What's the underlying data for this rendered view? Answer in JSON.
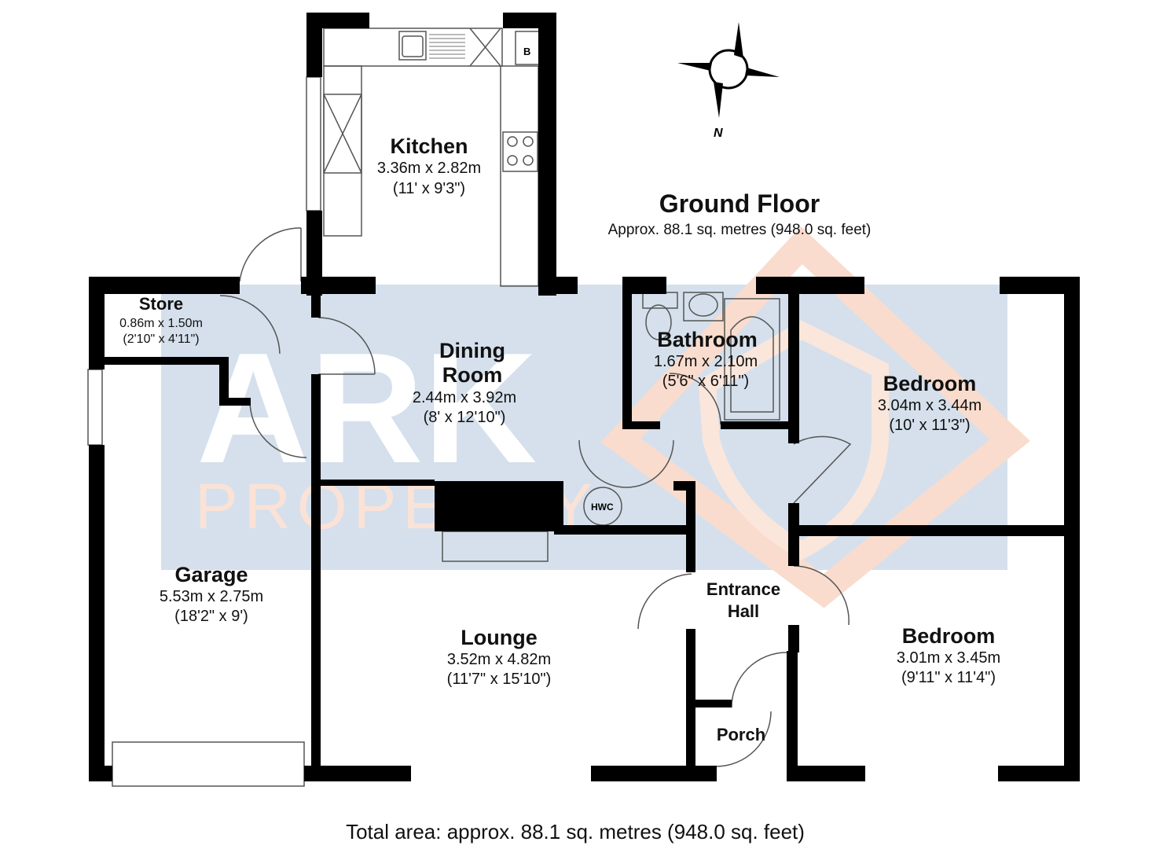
{
  "plan": {
    "floor_title": "Ground Floor",
    "floor_area": "Approx. 88.1 sq. metres (948.0 sq. feet)",
    "total_area": "Total area: approx. 88.1 sq. metres (948.0 sq. feet)",
    "compass_label": "N",
    "watermark": {
      "brand": "ARK",
      "sub": "PROPERTY"
    },
    "labels": {
      "boiler": "B",
      "hwc": "HWC"
    }
  },
  "rooms": {
    "kitchen": {
      "name": "Kitchen",
      "metric": "3.36m x 2.82m",
      "imperial": "(11' x 9'3\")"
    },
    "dining": {
      "name1": "Dining",
      "name2": "Room",
      "metric": "2.44m x 3.92m",
      "imperial": "(8' x 12'10\")"
    },
    "store": {
      "name": "Store",
      "metric": "0.86m x 1.50m",
      "imperial": "(2'10\" x 4'11\")"
    },
    "bathroom": {
      "name": "Bathroom",
      "metric": "1.67m x 2.10m",
      "imperial": "(5'6\" x 6'11\")"
    },
    "bedroom1": {
      "name": "Bedroom",
      "metric": "3.04m x 3.44m",
      "imperial": "(10' x 11'3\")"
    },
    "garage": {
      "name": "Garage",
      "metric": "5.53m x 2.75m",
      "imperial": "(18'2\" x 9')"
    },
    "lounge": {
      "name": "Lounge",
      "metric": "3.52m x 4.82m",
      "imperial": "(11'7\" x 15'10\")"
    },
    "entrance": {
      "name1": "Entrance",
      "name2": "Hall"
    },
    "bedroom2": {
      "name": "Bedroom",
      "metric": "3.01m x 3.45m",
      "imperial": "(9'11\" x 11'4\")"
    },
    "porch": {
      "name": "Porch"
    }
  },
  "colors": {
    "wall": "#000000",
    "watermark_blue": "#d5e0ec",
    "watermark_orange": "#f9dccd"
  }
}
